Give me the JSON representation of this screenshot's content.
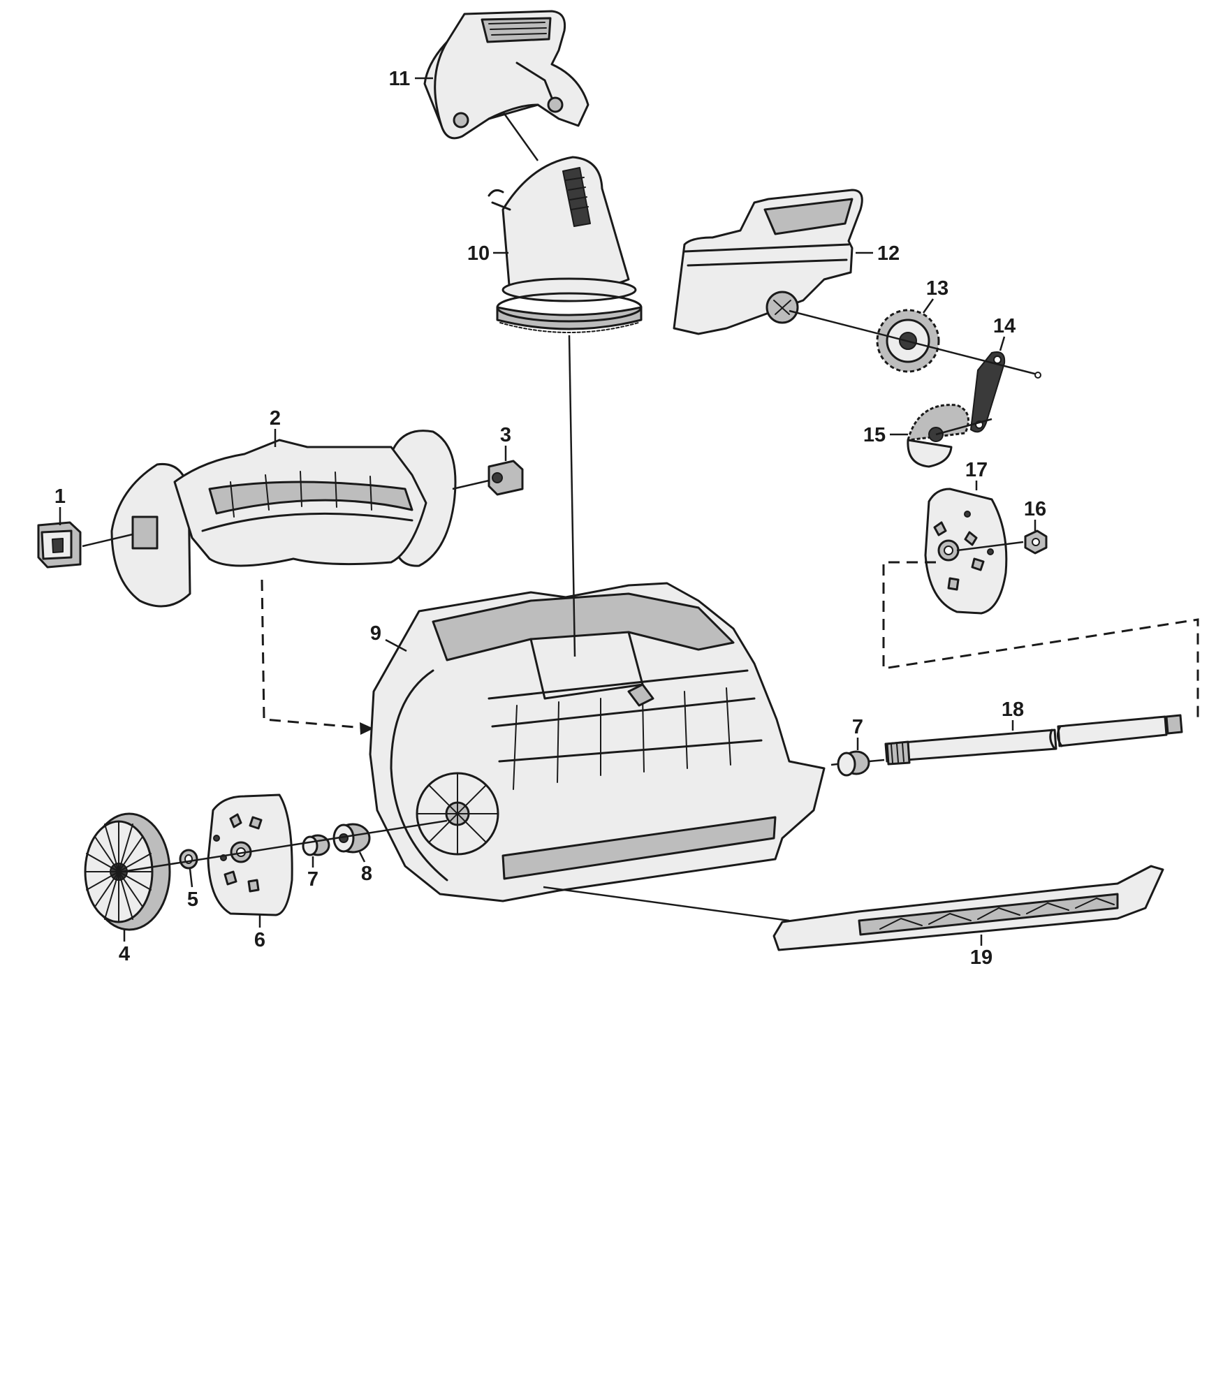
{
  "diagram": {
    "parts": [
      {
        "id": "p1",
        "label": "1"
      },
      {
        "id": "p2",
        "label": "2"
      },
      {
        "id": "p3",
        "label": "3"
      },
      {
        "id": "p4",
        "label": "4"
      },
      {
        "id": "p5",
        "label": "5"
      },
      {
        "id": "p6",
        "label": "6"
      },
      {
        "id": "p7a",
        "label": "7"
      },
      {
        "id": "p7b",
        "label": "7"
      },
      {
        "id": "p8",
        "label": "8"
      },
      {
        "id": "p9",
        "label": "9"
      },
      {
        "id": "p10",
        "label": "10"
      },
      {
        "id": "p11",
        "label": "11"
      },
      {
        "id": "p12",
        "label": "12"
      },
      {
        "id": "p13",
        "label": "13"
      },
      {
        "id": "p14",
        "label": "14"
      },
      {
        "id": "p15",
        "label": "15"
      },
      {
        "id": "p16",
        "label": "16"
      },
      {
        "id": "p17",
        "label": "17"
      },
      {
        "id": "p18",
        "label": "18"
      },
      {
        "id": "p19",
        "label": "19"
      }
    ]
  }
}
